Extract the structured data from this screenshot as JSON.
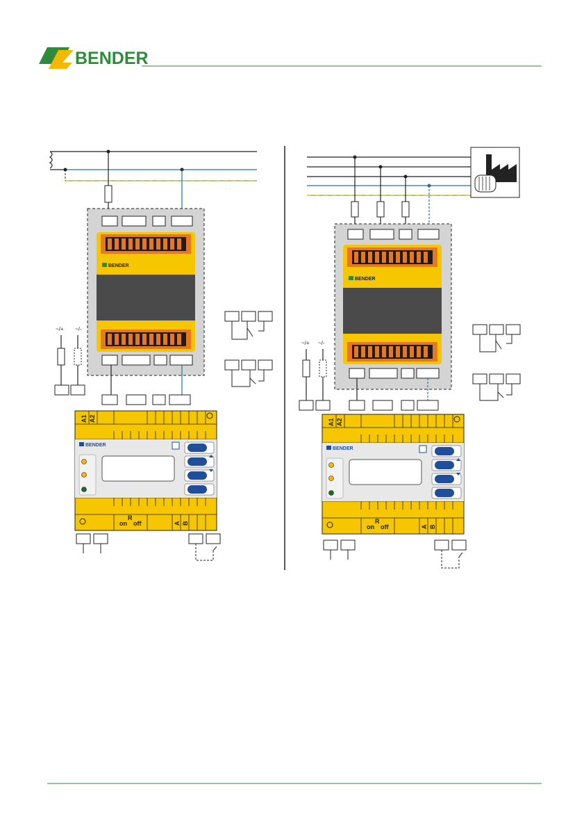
{
  "header": {
    "brand": "BENDER"
  },
  "colors": {
    "brand_green": "#2e8b3a",
    "brand_yellow": "#f5b800",
    "device_yellow": "#f6c700",
    "terminal_orange": "#e87722",
    "display_grey": "#4a4a4a",
    "housing_grey": "#d4d4d4",
    "button_blue": "#1f4e9a",
    "neutral_line": "#2a6fa3",
    "pe_line": "#6aa84f"
  },
  "supply": {
    "plus": "~/+",
    "minus": "~/-"
  },
  "icons": [
    "bender-logo-icon",
    "transformer-icon",
    "fuse-icon",
    "factory-icon",
    "motor-icon",
    "relay-contact-icon",
    "led-icon",
    "button-icon"
  ],
  "device_left": {
    "logo": "BENDER",
    "top_labels": [
      "A1",
      "A2"
    ],
    "reset_r": "R",
    "reset_on": "on",
    "reset_off": "off",
    "bus_a": "A",
    "bus_b": "B"
  },
  "device_right": {
    "logo": "BENDER",
    "top_labels": [
      "A1",
      "A2"
    ],
    "reset_r": "R",
    "reset_on": "on",
    "reset_off": "off",
    "bus_a": "A",
    "bus_b": "B"
  }
}
